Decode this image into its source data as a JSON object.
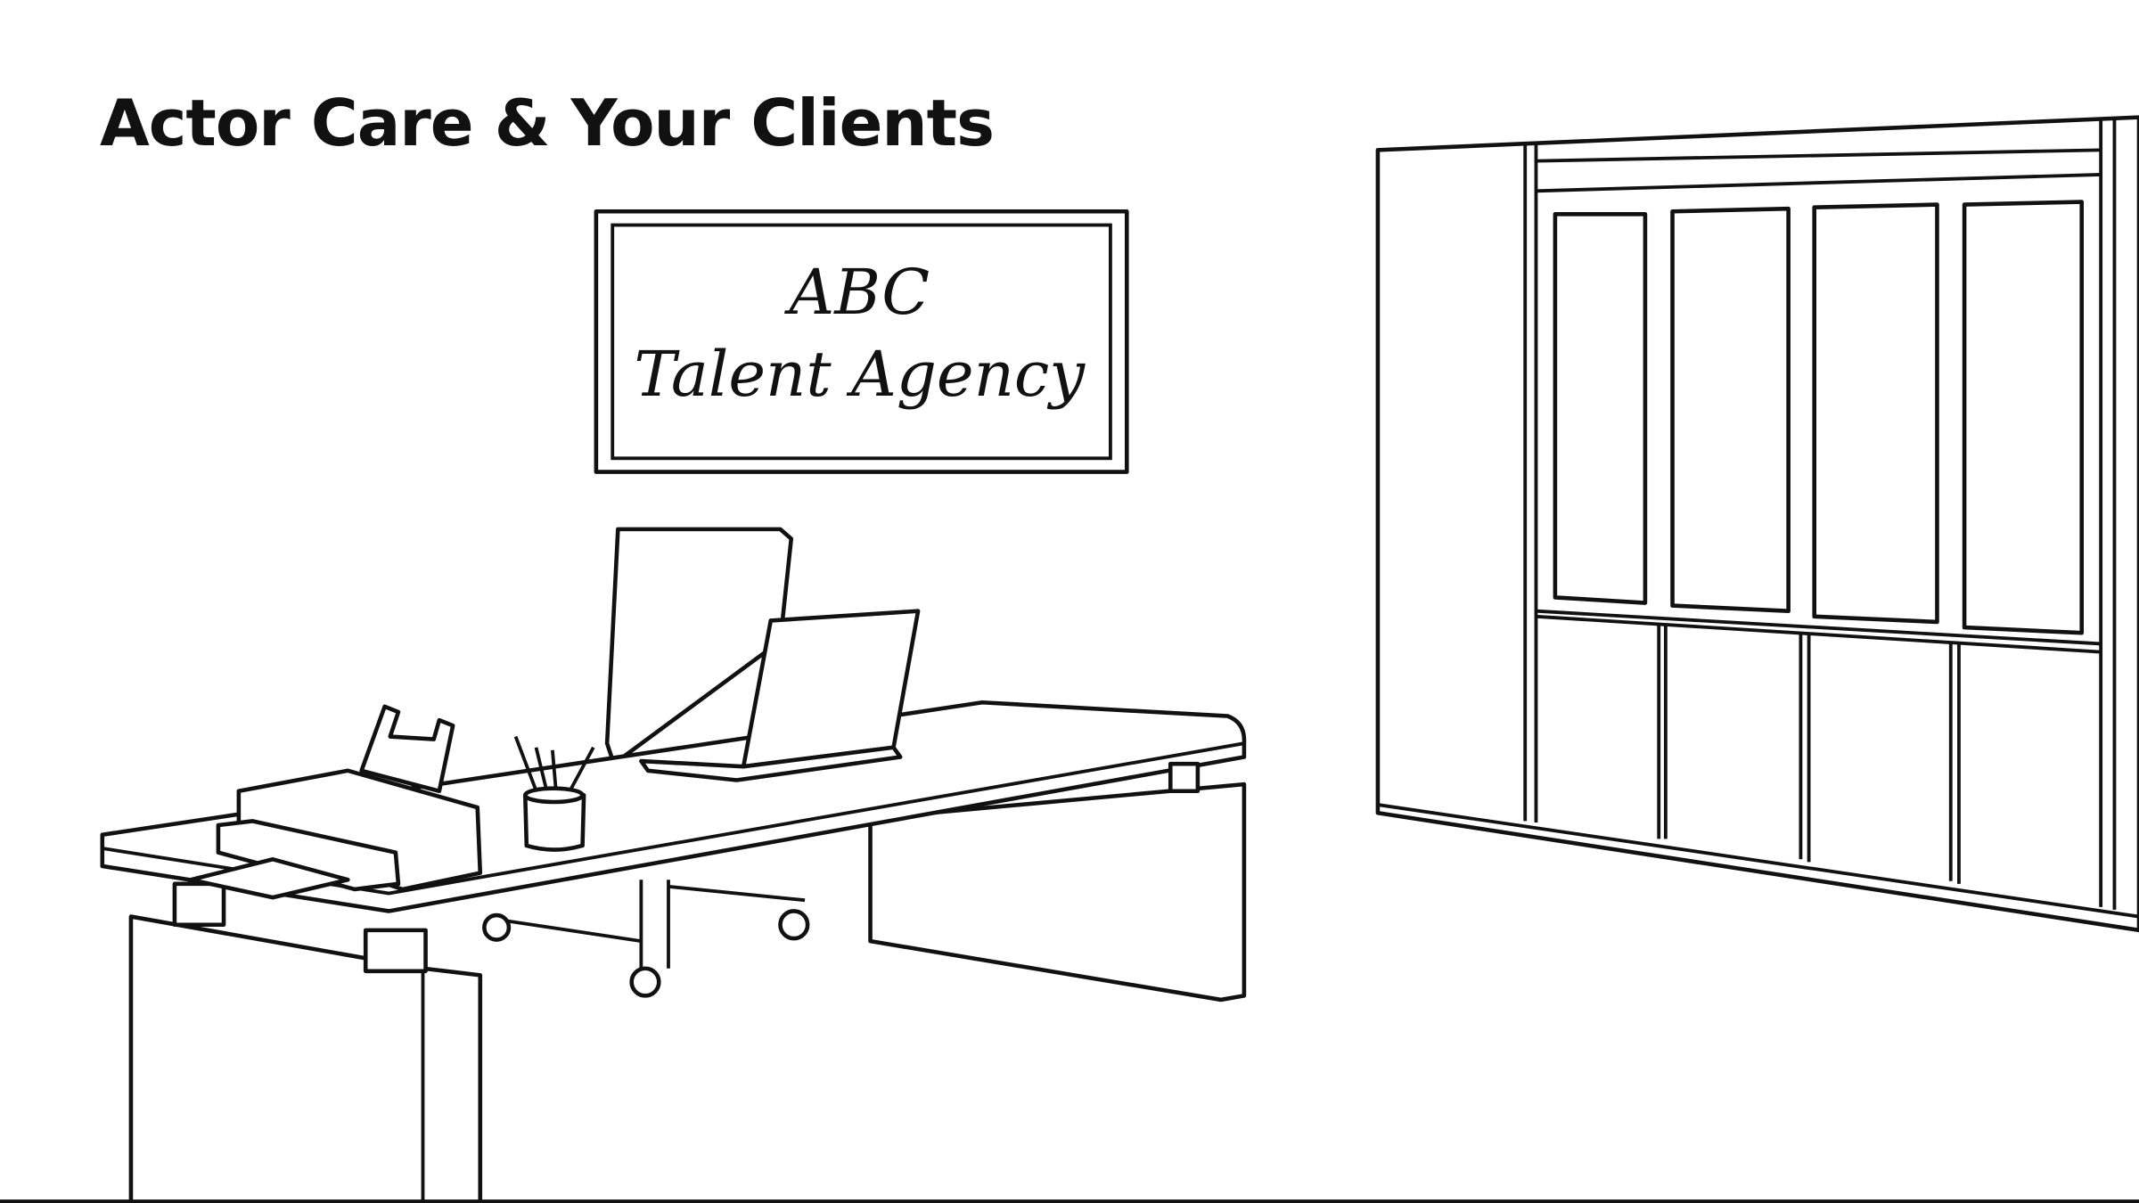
{
  "slide": {
    "title": "Actor Care & Your Clients",
    "sign": {
      "line1": "ABC",
      "line2": "Talent Agency"
    }
  }
}
